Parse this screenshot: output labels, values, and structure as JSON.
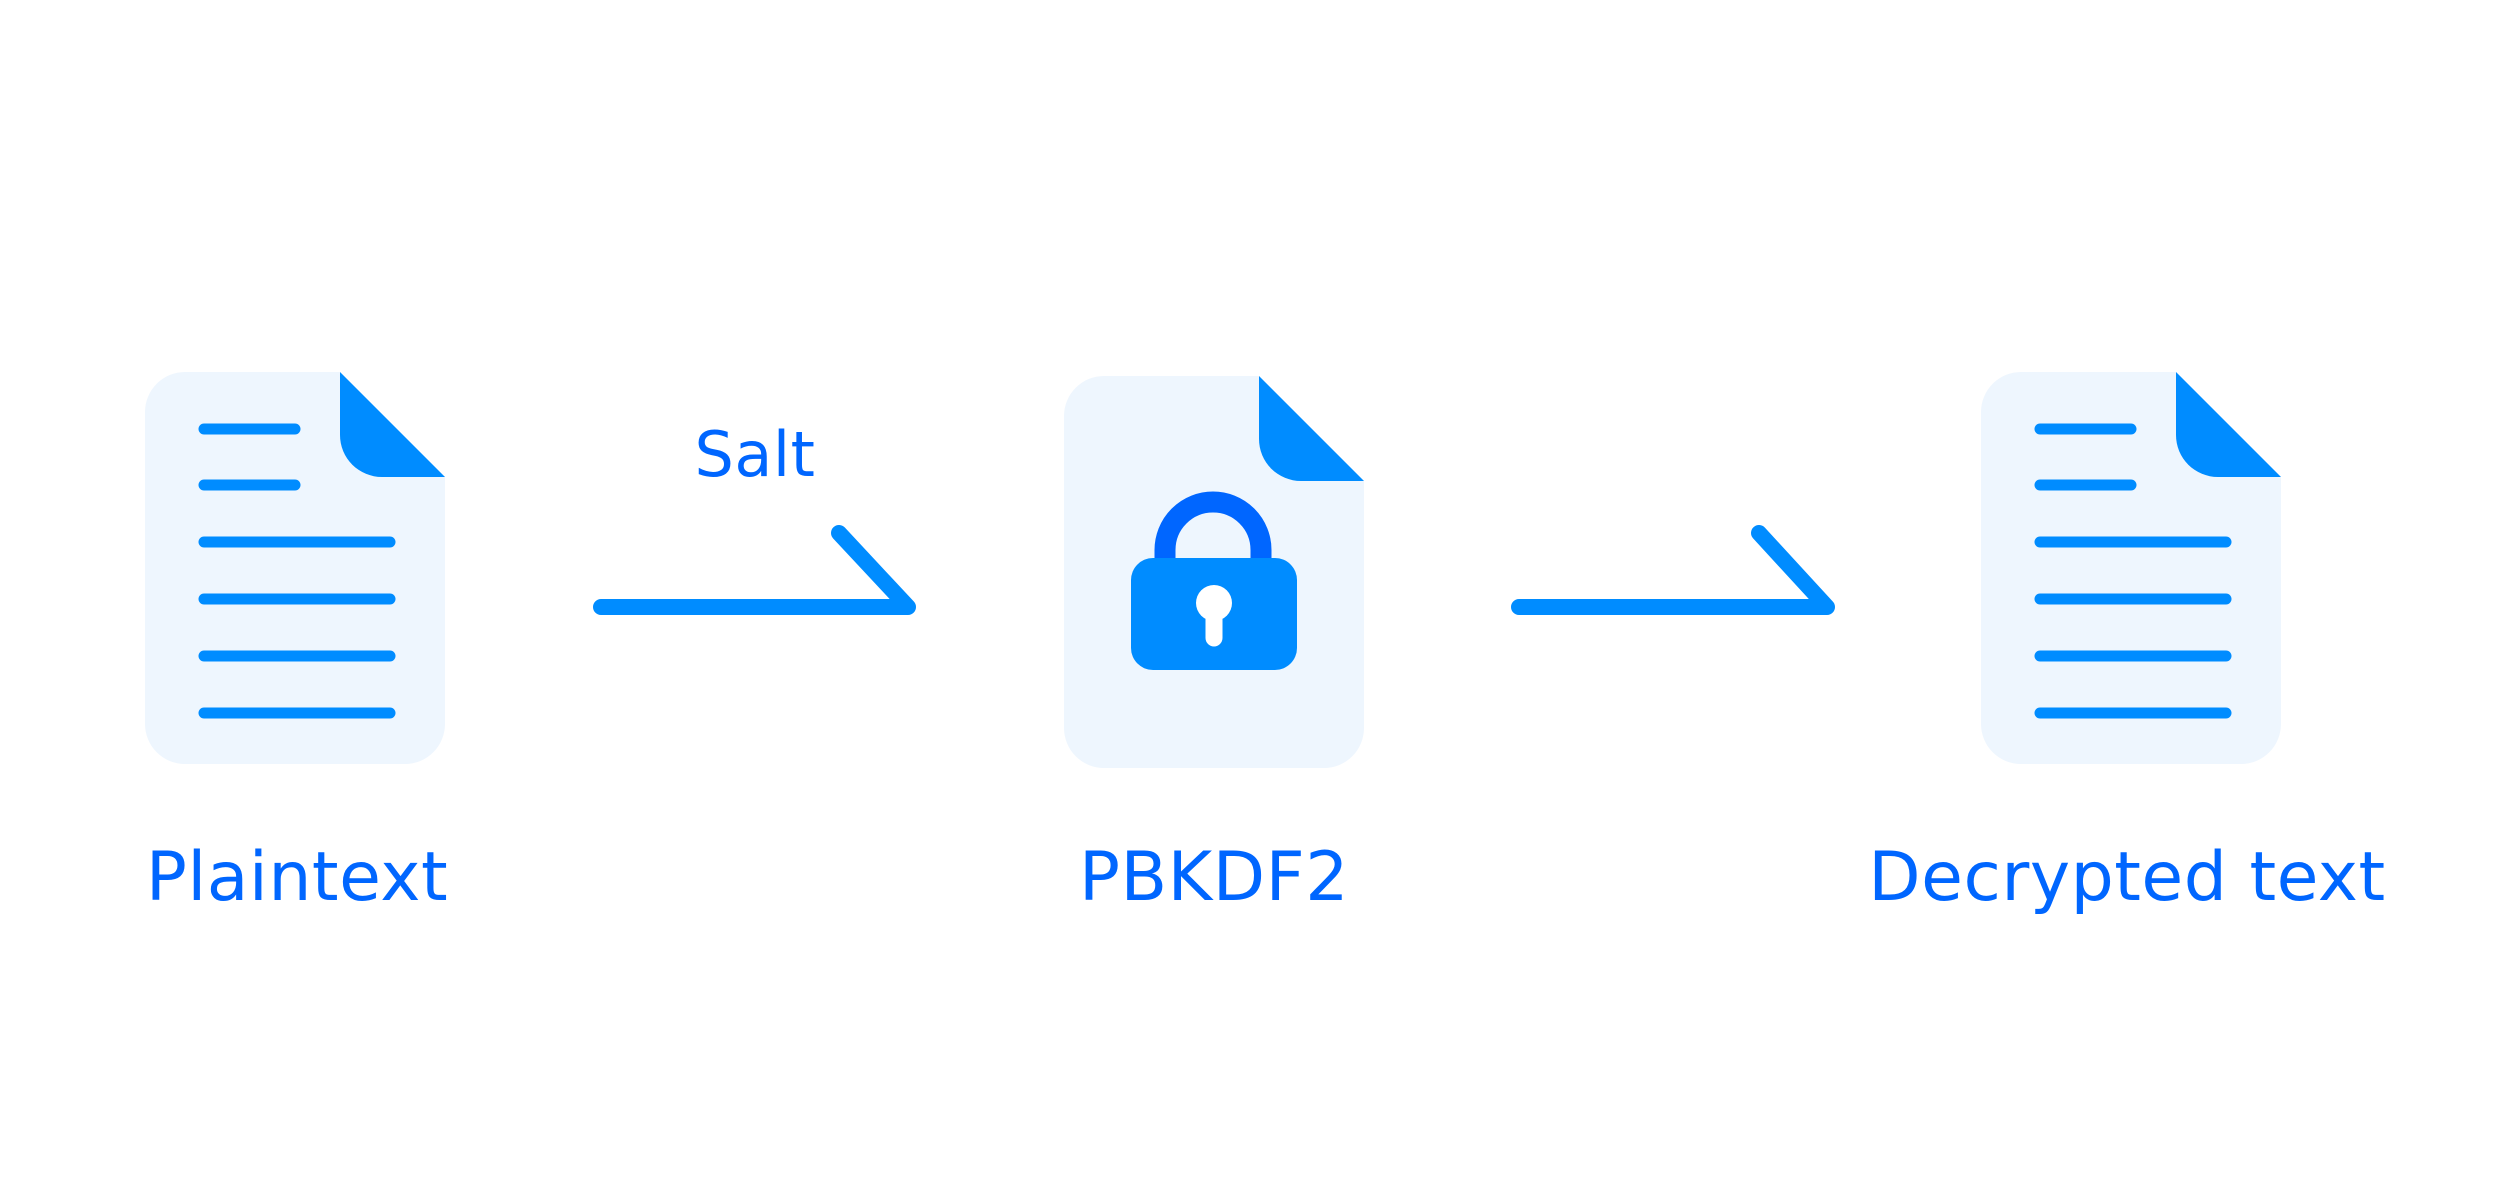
{
  "colors": {
    "background": "#ffffff",
    "document_fill": "#eef6fe",
    "accent": "#008cff",
    "shackle": "#0066ff",
    "text": "#0066ff",
    "keyhole": "#ffffff"
  },
  "nodes": [
    {
      "id": "plaintext",
      "label": "Plaintext",
      "icon": "document-lines-icon"
    },
    {
      "id": "pbkdf2",
      "label": "PBKDF2",
      "icon": "document-lock-icon"
    },
    {
      "id": "decrypted",
      "label": "Decrypted text",
      "icon": "document-lines-icon"
    }
  ],
  "edges": [
    {
      "from": "plaintext",
      "to": "pbkdf2",
      "label": "Salt",
      "icon": "arrow-right-icon"
    },
    {
      "from": "pbkdf2",
      "to": "decrypted",
      "label": "",
      "icon": "arrow-right-icon"
    }
  ]
}
